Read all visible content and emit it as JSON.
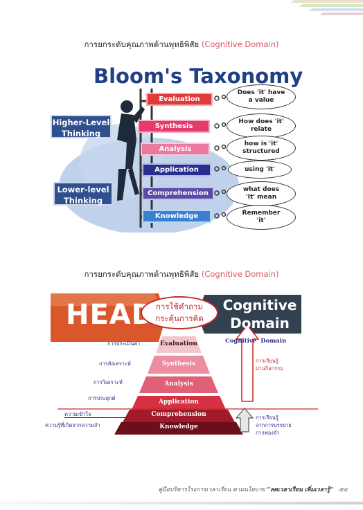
{
  "heading_1": {
    "thai": "การยกระดับคุณภาพด้านพุทธิพิสัย",
    "english": "(Cognitive Domain)"
  },
  "heading_2": {
    "thai": "การยกระดับคุณภาพด้านพุทธิพิสัย",
    "english": "(Cognitive Domain)"
  },
  "figure1": {
    "title": "Bloom's Taxonomy",
    "higher_label": [
      "Higher-Level",
      "Thinking"
    ],
    "lower_label": [
      "Lower-level",
      "Thinking"
    ],
    "levels": [
      "Evaluation",
      "Synthesis",
      "Analysis",
      "Application",
      "Comprehension",
      "Knowledge"
    ],
    "bubbles": [
      [
        "Does 'it' have",
        "a value"
      ],
      [
        "How does 'it'",
        "relate"
      ],
      [
        "how is 'it'",
        "structured"
      ],
      [
        "using 'it'"
      ],
      [
        "what does",
        "'It' mean"
      ],
      [
        "Remember",
        "'it'"
      ]
    ],
    "colors": {
      "title": "#1f3f86",
      "label_box": "#2f4f8f",
      "blob": "#b8cce8"
    }
  },
  "figure2": {
    "head": "HEAD",
    "bubble": [
      "การใช้คำถาม",
      "กระตุ้นการคิด"
    ],
    "cognitive": [
      "Cognitive",
      "Domain"
    ],
    "cognitive_small": "Cognitive  Domain",
    "levels": [
      "Evaluation",
      "Synthesis",
      "Analysis",
      "Application",
      "Comprehension",
      "Knowledge"
    ],
    "thai_labels": [
      "การประเมินค่า",
      "การสังเคราะห์",
      "การวิเคราะห์",
      "การประยุกต์",
      "ความเข้าใจ",
      "ความรู้ที่เกิดจากความจำ"
    ],
    "right_upper": [
      "การเรียนรู้",
      "ผ่านกิจกรรม"
    ],
    "right_lower": [
      "การเรียนรู้",
      "จากการบรรยาย",
      "การท่องจำ"
    ]
  },
  "footer": {
    "left": "คู่มือบริหารโรงการเวลาเรียน ตามนโยบาย",
    "quote": "“ลดเวลาเรียน เพิ่มเวลารู้”",
    "page": "๕๔"
  }
}
